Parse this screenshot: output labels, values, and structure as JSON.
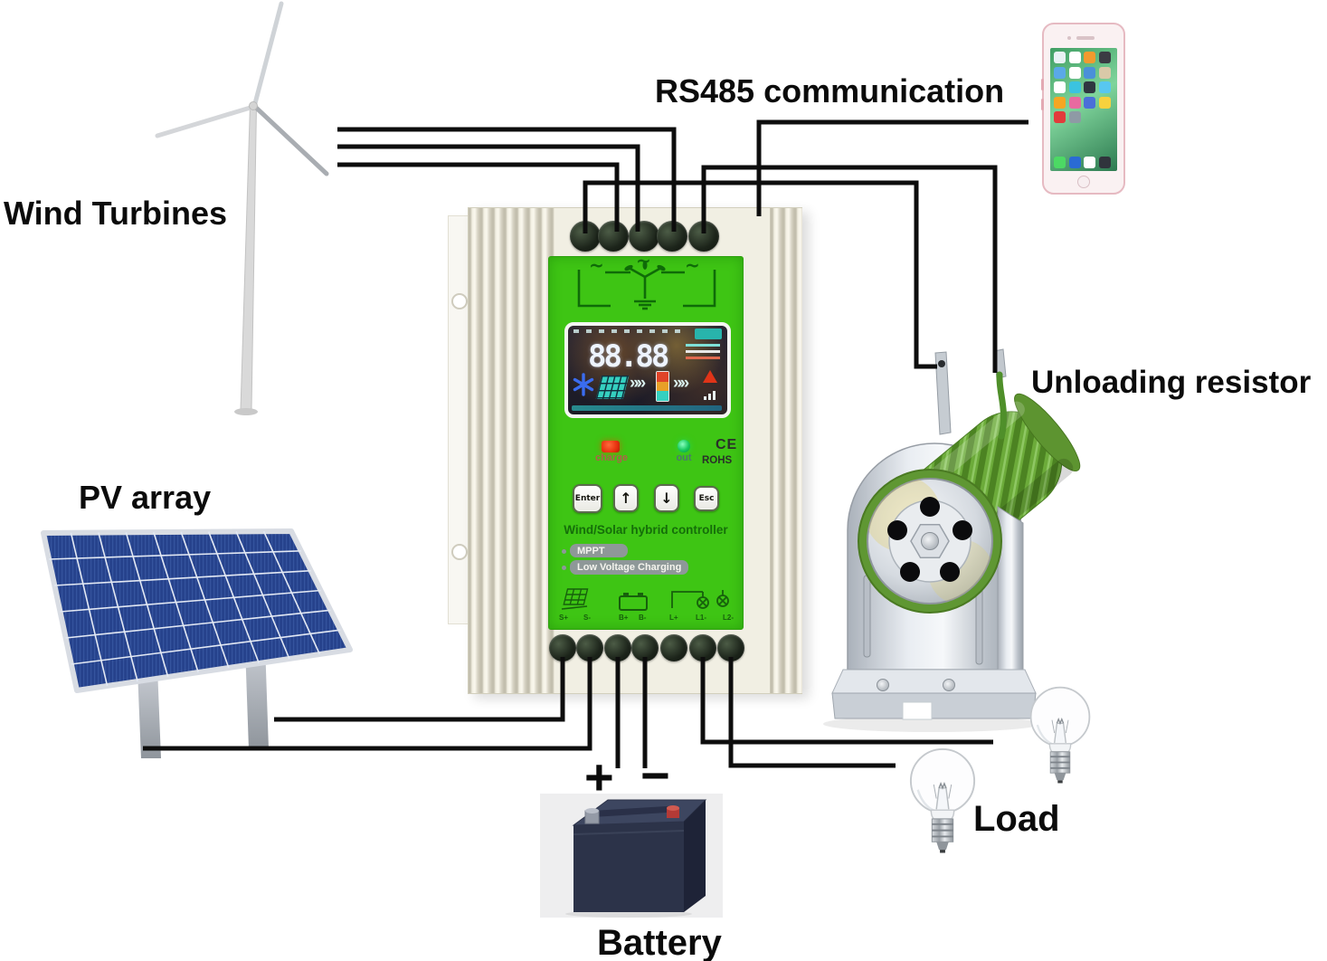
{
  "labels": {
    "wind_turbines": "Wind Turbines",
    "rs485_communication": "RS485 communication",
    "pv_array": "PV array",
    "unloading_resistor": "Unloading resistor",
    "load": "Load",
    "battery": "Battery"
  },
  "battery": {
    "positive": "+",
    "negative": "−"
  },
  "controller": {
    "lcd_digits": "88.88",
    "charge_led_label": "charge",
    "out_led_label": "out",
    "ce_mark": "CE",
    "rohs_mark": "ROHS",
    "buttons": [
      {
        "label": "Enter"
      },
      {
        "label": "↑"
      },
      {
        "label": "↓"
      },
      {
        "label": "Esc"
      }
    ],
    "title": "Wind/Solar hybrid controller",
    "features": [
      {
        "label": "MPPT"
      },
      {
        "label": "Low Voltage Charging"
      }
    ],
    "terminal_labels": [
      {
        "label": "S+"
      },
      {
        "label": "S-"
      },
      {
        "label": "B+"
      },
      {
        "label": "B-"
      },
      {
        "label": "L+"
      },
      {
        "label": "L1-"
      },
      {
        "label": "L2-"
      }
    ]
  },
  "colors": {
    "panel_green": "#3ec514",
    "wire_black": "#0d0d0d",
    "charge_led_red": "#e8320f",
    "out_led_green": "#17c95e",
    "resistor_coil_green": "#6cab3a",
    "pv_cell_blue": "#26428c",
    "phone_frame_pink": "#e6bac2"
  }
}
